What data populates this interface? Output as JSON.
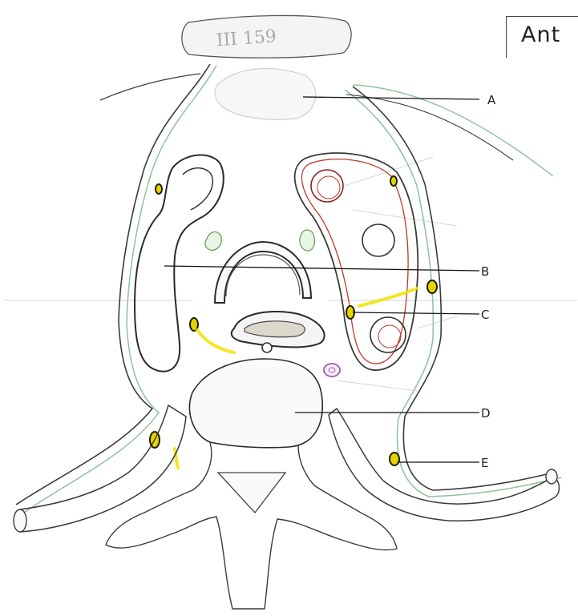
{
  "orientation_label": "Ant",
  "sketch_number": "III 159",
  "labels": [
    {
      "letter": "A"
    },
    {
      "letter": "B"
    },
    {
      "letter": "C"
    },
    {
      "letter": "D"
    },
    {
      "letter": "E"
    }
  ],
  "colors": {
    "outline": "#3a3a3a",
    "skin_green": "#8fc29a",
    "artery_red": "#c0392b",
    "nerve_yellow": "#f2e200",
    "node_dark": "#2a2a00",
    "vessel_purple": "#9b59b6",
    "faint_annotation": "#cfcfcf"
  }
}
